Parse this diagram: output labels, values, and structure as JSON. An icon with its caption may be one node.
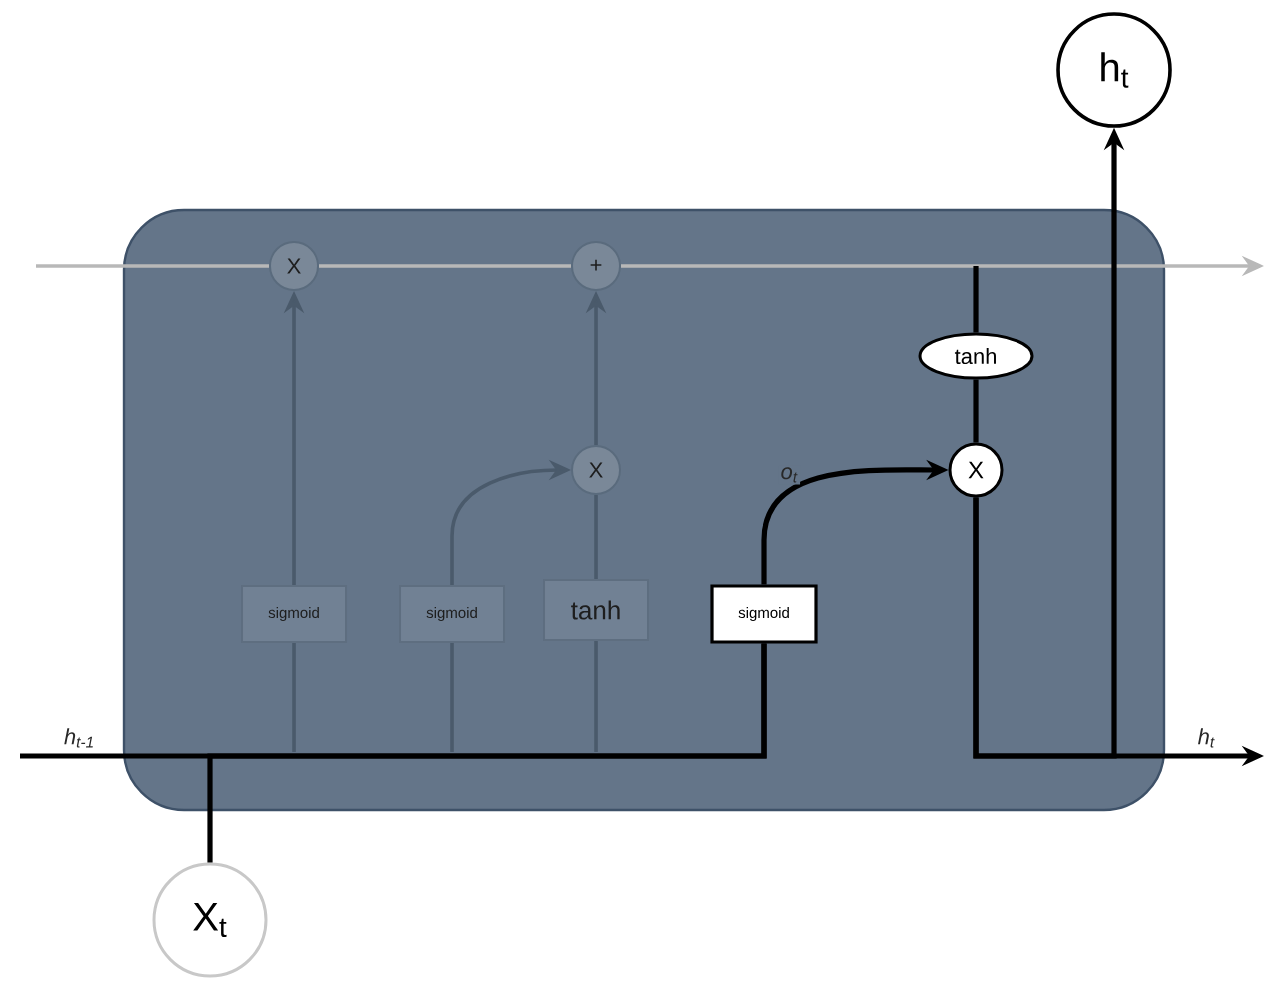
{
  "diagram": {
    "nodes": [
      {
        "text": [],
        "shape": "box"
      },
      {
        "text": [
          "X"
        ],
        "in": 0
      },
      {
        "text": [
          "+"
        ],
        "in": 0
      },
      {
        "text": [
          "X"
        ],
        "in": 0
      },
      {
        "text": [
          "tanh"
        ],
        "in": 0
      },
      {
        "text": [
          "X"
        ],
        "in": 0
      },
      {
        "text": [
          "sigmoid"
        ],
        "in": 0
      },
      {
        "text": [
          "sigmoid"
        ],
        "in": 0
      },
      {
        "text": [
          "tanh"
        ],
        "in": 0
      },
      {
        "text": [
          "sigmoid"
        ],
        "in": 0
      },
      {
        "text": [
          "h$_{t}$"
        ]
      },
      {
        "text": [
          "X$_{t}$"
        ]
      }
    ],
    "edges": [
      {
        "from": null,
        "to": 1,
        "arrow": "none",
        "color": "#b8b8b8"
      },
      {
        "from": 1,
        "to": 2,
        "arrow": "none",
        "color": "#b8b8b8"
      },
      {
        "from": 2,
        "to": null,
        "arrow": "to",
        "color": "#b8b8b8"
      },
      {
        "from": 6,
        "to": 1,
        "arrow": "to"
      },
      {
        "from": 7,
        "to": 3,
        "arrow": "to"
      },
      {
        "from": 8,
        "to": 3,
        "arrow": "none"
      },
      {
        "from": 3,
        "to": 2,
        "arrow": "to"
      },
      {
        "from": null,
        "to": 6,
        "arrow": "none"
      },
      {
        "from": null,
        "to": 7,
        "arrow": "none"
      },
      {
        "from": null,
        "to": 8,
        "arrow": "none"
      },
      {
        "from": null,
        "to": 4,
        "arrow": "none",
        "color": "#000000"
      },
      {
        "from": null,
        "to": 9,
        "arrow": "none",
        "label": "h$_{t-1}$",
        "color": "#000000"
      },
      {
        "from": 11,
        "to": 9,
        "arrow": "none",
        "color": "#000000"
      },
      {
        "from": 9,
        "to": 5,
        "arrow": "to",
        "label": "o$_{t}$",
        "color": "#000000"
      },
      {
        "from": 4,
        "to": 5,
        "arrow": "none",
        "color": "#000000"
      },
      {
        "from": 5,
        "to": 10,
        "arrow": "to",
        "color": "#000000"
      },
      {
        "from": 5,
        "to": null,
        "arrow": "to",
        "label": "h$_{t}$",
        "color": "#000000"
      }
    ]
  }
}
